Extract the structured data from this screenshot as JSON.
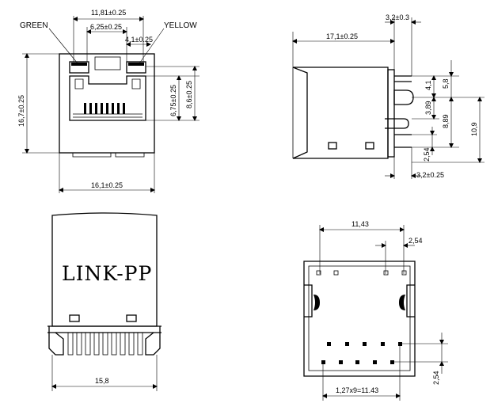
{
  "labels": {
    "brand": "LINK-PP",
    "green": "GREEN",
    "yellow": "YELLOW"
  },
  "front_view": {
    "width_top": "11,81±0.25",
    "led_spacing": "6,25±0.25",
    "led_offset": "4,1±0.25",
    "height_total": "16,7±0.25",
    "height_a": "6,75±0.25",
    "height_b": "8,6±0.25",
    "width_bottom": "16,1±0.25"
  },
  "side_view": {
    "pin_top": "3,2±0.3",
    "depth": "17,1±0.25",
    "v_4_1": "4,1",
    "v_5_8": "5,8",
    "v_3_89": "3,89",
    "v_8_89": "8,89",
    "v_10_9": "10,9",
    "v_2_54": "2,54",
    "pin_bottom": "3,2±0.25"
  },
  "rear_view": {
    "width": "15,8"
  },
  "footprint": {
    "span": "11,43",
    "post_pitch": "2,54",
    "row_pitch": "2,54",
    "pin_pitch": "1,27x9=11.43"
  }
}
